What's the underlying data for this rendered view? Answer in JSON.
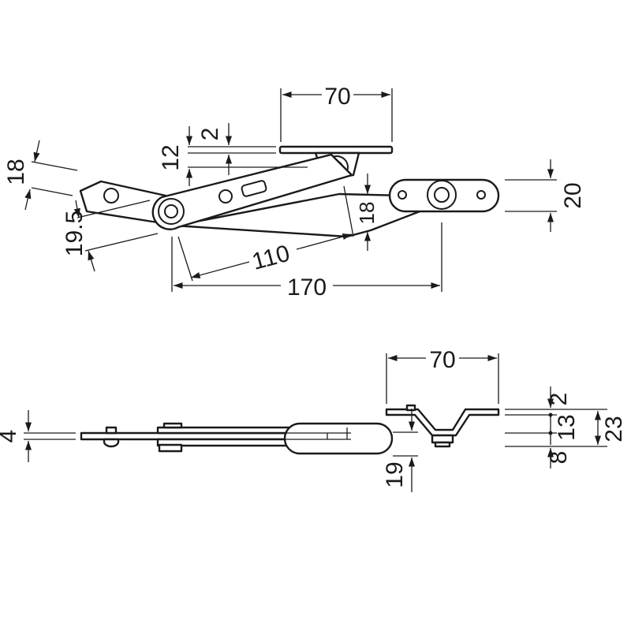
{
  "top_view": {
    "dim_width_plate": "70",
    "dim_plate_thickness": "2",
    "dim_plate_offset": "12",
    "dim_left_arm": "18",
    "dim_left_offset": "19.5",
    "dim_link_height": "18",
    "dim_right_plate": "20",
    "dim_length_110": "110",
    "dim_length_170": "170"
  },
  "side_view": {
    "dim_width_plate": "70",
    "dim_thickness_4": "4",
    "dim_height_19": "19",
    "dim_top_2": "2",
    "dim_mid_13": "13",
    "dim_bottom_8": "8",
    "dim_total_23": "23"
  }
}
